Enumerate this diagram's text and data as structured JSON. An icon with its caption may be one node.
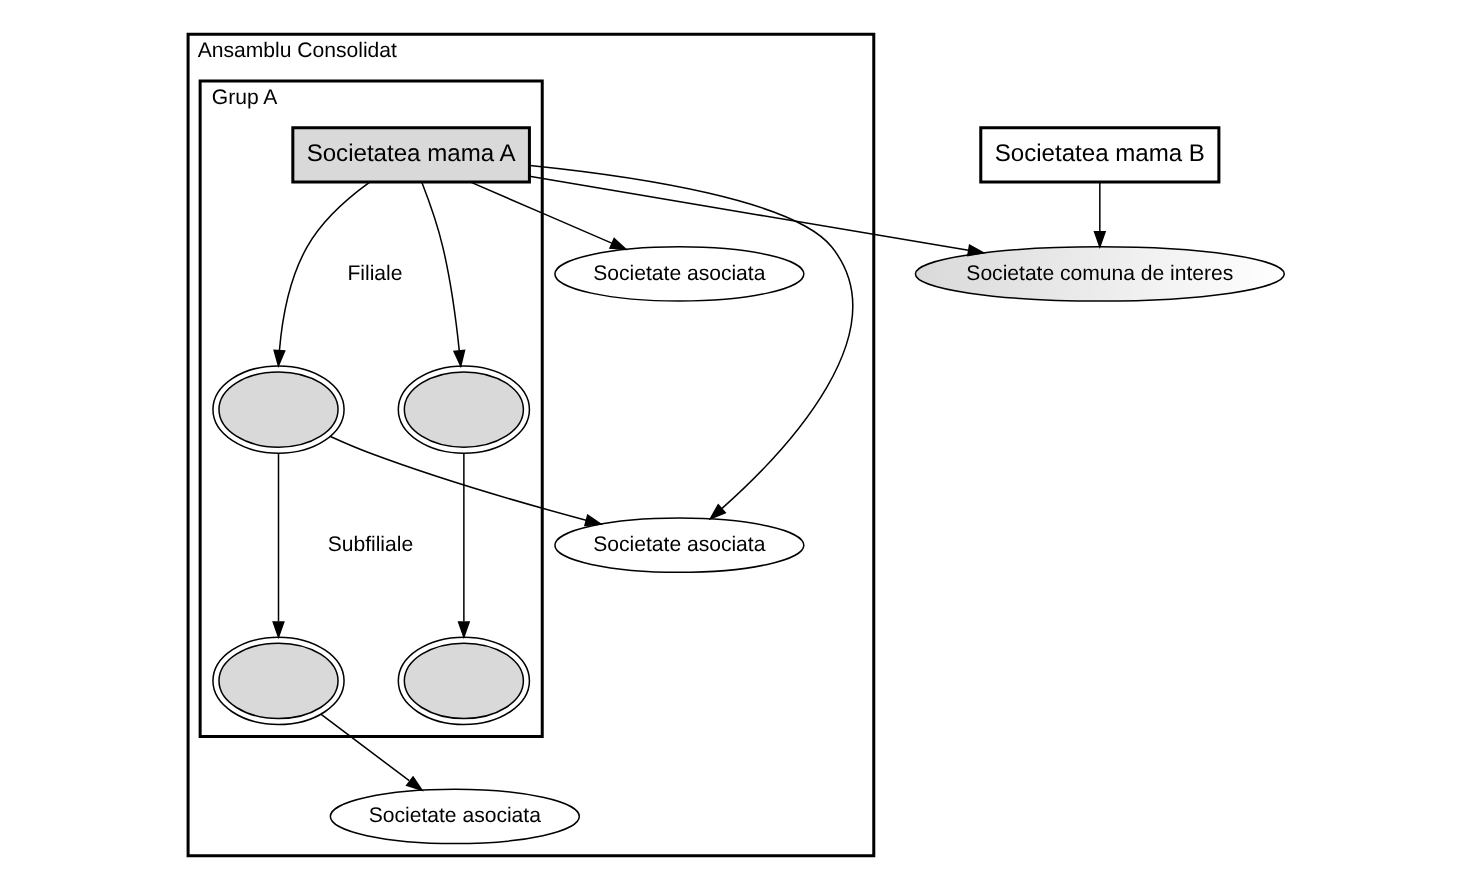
{
  "diagram": {
    "nodes": [
      {
        "text": [
          "Ansamblu Consolidat"
        ]
      },
      {
        "text": [
          "Societate asociata"
        ],
        "in": 0
      },
      {
        "text": [
          "Grup A"
        ],
        "in": 0
      },
      {
        "text": [
          "Societatea mama A"
        ],
        "in": 2
      },
      {
        "text": [
          "Societate comuna de interes"
        ]
      },
      {
        "text": [
          "Societate asociata"
        ],
        "in": 0
      },
      {
        "text": [],
        "shape": "ellipse",
        "in": 2
      },
      {
        "text": [],
        "shape": "ellipse",
        "in": 2
      },
      {
        "text": [
          "Societatea mama B"
        ]
      },
      {
        "text": [
          "Societate asociata"
        ],
        "in": 0
      },
      {
        "text": [],
        "shape": "ellipse",
        "in": 2
      },
      {
        "text": [],
        "shape": "ellipse",
        "in": 2
      }
    ],
    "edges": [
      {
        "from": 3,
        "to": 1,
        "arrow": "to"
      },
      {
        "from": 3,
        "to": 5,
        "arrow": "to"
      },
      {
        "from": 3,
        "to": 4,
        "arrow": "to"
      },
      {
        "from": 3,
        "to": 6,
        "arrow": "to"
      },
      {
        "from": 3,
        "to": 7,
        "arrow": "to"
      },
      {
        "from": 6,
        "to": 5,
        "arrow": "to"
      },
      {
        "from": 6,
        "to": 10,
        "arrow": "to"
      },
      {
        "from": 7,
        "to": 11,
        "arrow": "to"
      },
      {
        "from": 10,
        "to": 9,
        "arrow": "to"
      },
      {
        "from": 8,
        "to": 4,
        "arrow": "to"
      }
    ],
    "labels": [
      "Filiale",
      "Subfiliale"
    ]
  }
}
